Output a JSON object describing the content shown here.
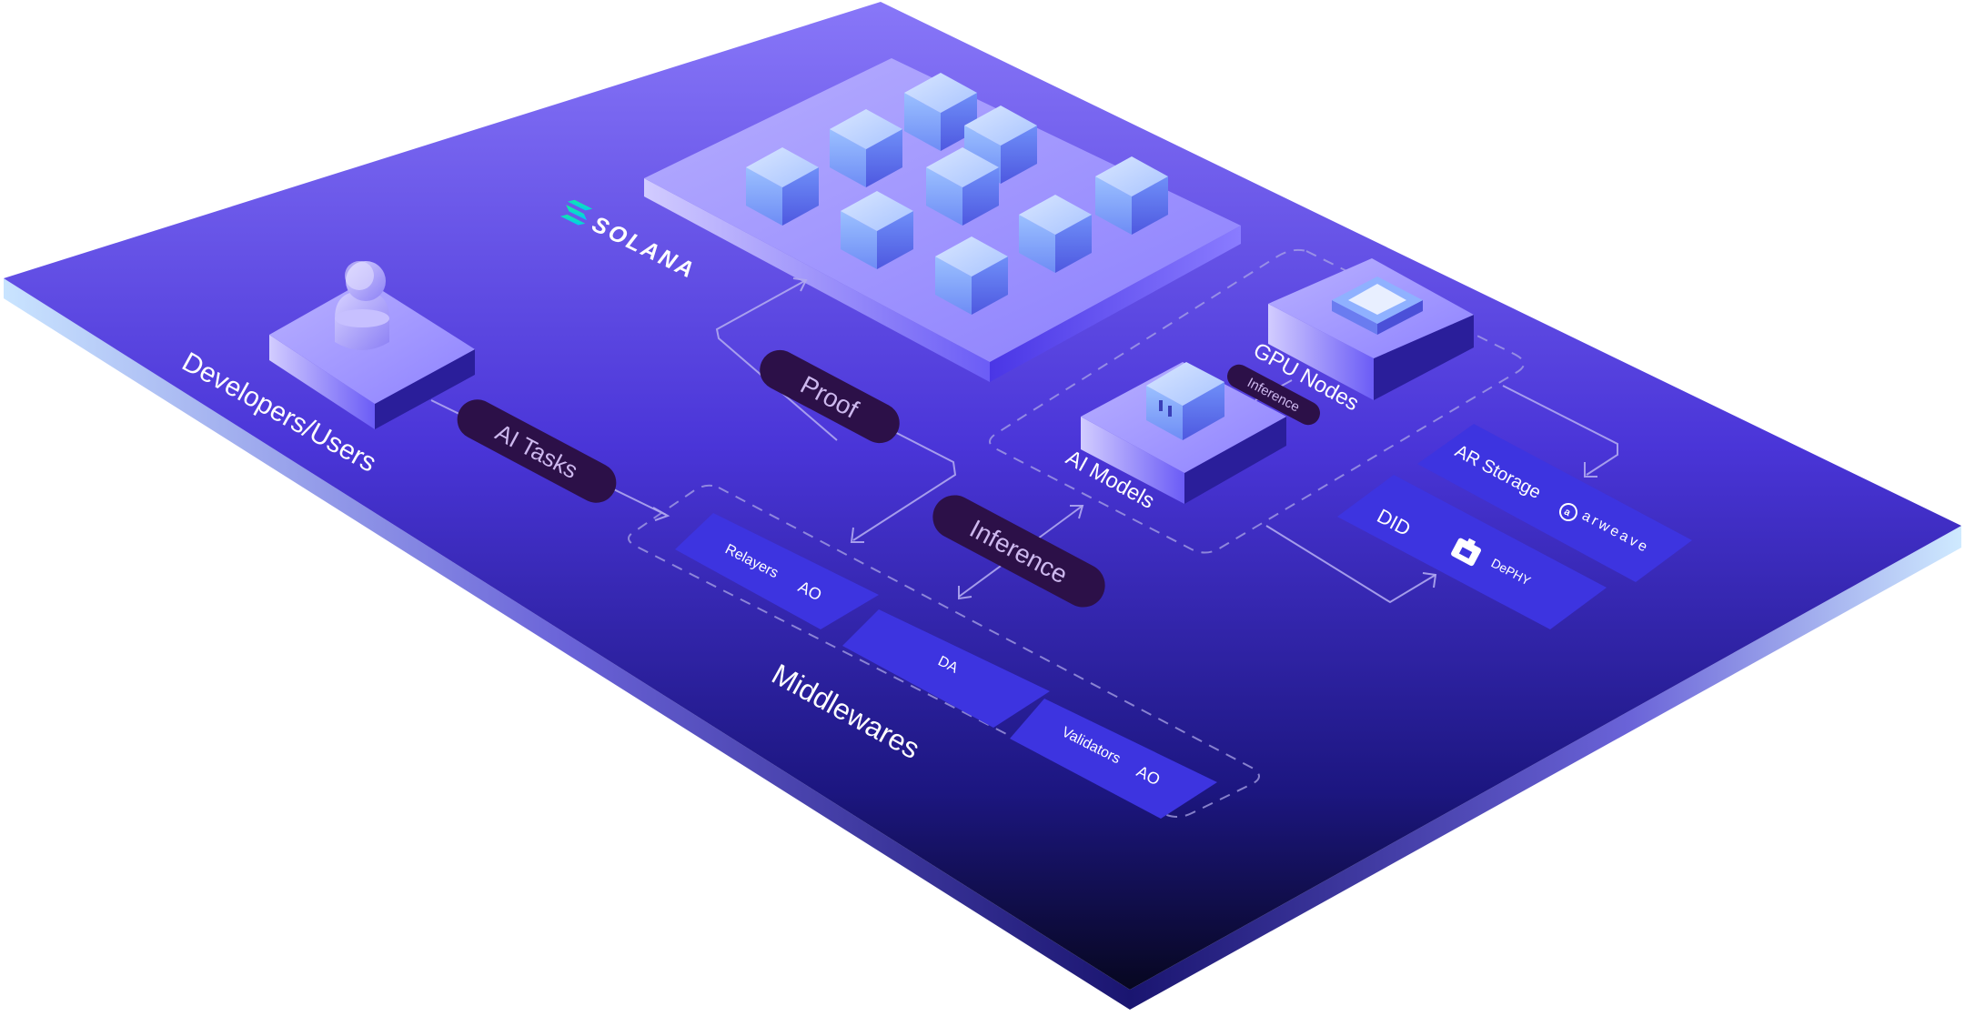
{
  "brand": {
    "name": "SOLANA",
    "colors": {
      "solana_green": "#14F195",
      "solana_teal": "#00c2ff"
    }
  },
  "actors": {
    "developers": "Developers/Users"
  },
  "flows": {
    "ai_tasks": "AI Tasks",
    "proof": "Proof",
    "inference_main": "Inference",
    "inference_small": "Inference"
  },
  "middlewares": {
    "title": "Middlewares",
    "relayers": "Relayers",
    "da": "DA",
    "validators": "Validators",
    "ao_logo": "AO"
  },
  "compute": {
    "ai_models": "AI Models",
    "gpu_nodes": "GPU Nodes"
  },
  "storage": {
    "ar_storage": "AR Storage",
    "arweave_logo": "arweave",
    "did": "DID",
    "dephy_logo": "DePHY"
  },
  "colors": {
    "platform_top": "#7b6cf6",
    "platform_bottom": "#0b0a2a",
    "panel": "#3d34e0",
    "pill": "#2c1048",
    "cube": "#8fb4ff"
  }
}
